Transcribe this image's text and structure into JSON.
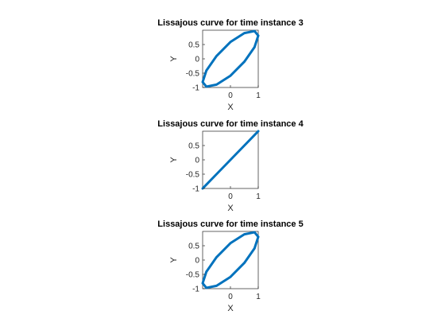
{
  "chart_data": [
    {
      "type": "line",
      "title": "Lissajous curve for time instance 3",
      "xlabel": "X",
      "ylabel": "Y",
      "xlim": [
        -1,
        1
      ],
      "ylim": [
        -1,
        1
      ],
      "xticks": [
        0,
        1
      ],
      "xtick_labels": [
        "0",
        "1"
      ],
      "yticks": [
        -1,
        -0.5,
        0,
        0.5
      ],
      "ytick_labels": [
        "-1",
        "-0.5",
        "0",
        "0.5"
      ],
      "series": [
        {
          "color": "#0072BD",
          "x": [
            1,
            0.866,
            0.5,
            0,
            -0.5,
            -0.866,
            -1,
            -0.866,
            -0.5,
            0,
            0.5,
            0.866,
            1
          ],
          "y": [
            0.81,
            0.97,
            0.9,
            0.59,
            0.1,
            -0.41,
            -0.81,
            -0.97,
            -0.9,
            -0.59,
            -0.1,
            0.41,
            0.81
          ]
        }
      ]
    },
    {
      "type": "line",
      "title": "Lissajous curve for time instance 4",
      "xlabel": "X",
      "ylabel": "Y",
      "xlim": [
        -1,
        1
      ],
      "ylim": [
        -1,
        1
      ],
      "xticks": [
        0,
        1
      ],
      "xtick_labels": [
        "0",
        "1"
      ],
      "yticks": [
        -1,
        -0.5,
        0,
        0.5
      ],
      "ytick_labels": [
        "-1",
        "-0.5",
        "0",
        "0.5"
      ],
      "series": [
        {
          "color": "#0072BD",
          "x": [
            1,
            0.866,
            0.5,
            0,
            -0.5,
            -0.866,
            -1,
            -0.866,
            -0.5,
            0,
            0.5,
            0.866,
            1
          ],
          "y": [
            1,
            0.866,
            0.5,
            0,
            -0.5,
            -0.866,
            -1,
            -0.866,
            -0.5,
            0,
            0.5,
            0.866,
            1
          ]
        }
      ]
    },
    {
      "type": "line",
      "title": "Lissajous curve for time instance 5",
      "xlabel": "X",
      "ylabel": "Y",
      "xlim": [
        -1,
        1
      ],
      "ylim": [
        -1,
        1
      ],
      "xticks": [
        0,
        1
      ],
      "xtick_labels": [
        "0",
        "1"
      ],
      "yticks": [
        -1,
        -0.5,
        0,
        0.5
      ],
      "ytick_labels": [
        "-1",
        "-0.5",
        "0",
        "0.5"
      ],
      "series": [
        {
          "color": "#0072BD",
          "x": [
            1,
            0.866,
            0.5,
            0,
            -0.5,
            -0.866,
            -1,
            -0.866,
            -0.5,
            0,
            0.5,
            0.866,
            1
          ],
          "y": [
            0.81,
            0.41,
            -0.1,
            -0.59,
            -0.9,
            -0.97,
            -0.81,
            -0.41,
            0.1,
            0.59,
            0.9,
            0.97,
            0.81
          ]
        }
      ]
    }
  ]
}
